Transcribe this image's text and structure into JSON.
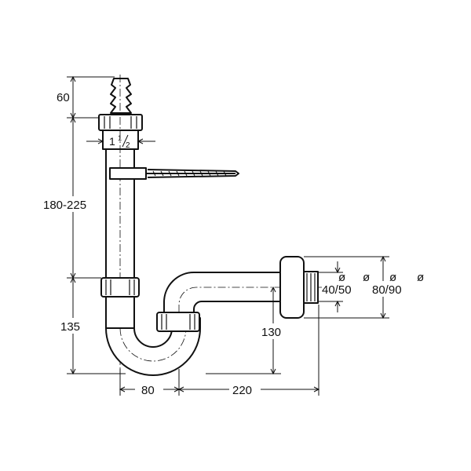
{
  "diagram": {
    "dimensions": {
      "top_height": "60",
      "upper_height": "180-225",
      "lower_height": "135",
      "trap_depth": "130",
      "width_trap": "80",
      "width_outlet": "220"
    },
    "thread_size": {
      "whole": "1",
      "numerator": "1",
      "denominator": "2"
    },
    "pipe_diameters": {
      "outlet": "40/50",
      "wall_socket": "80/90",
      "diameter_symbol": "ø"
    },
    "colors": {
      "line": "#111111",
      "background": "#ffffff",
      "pipe_fill": "#ffffff"
    }
  }
}
